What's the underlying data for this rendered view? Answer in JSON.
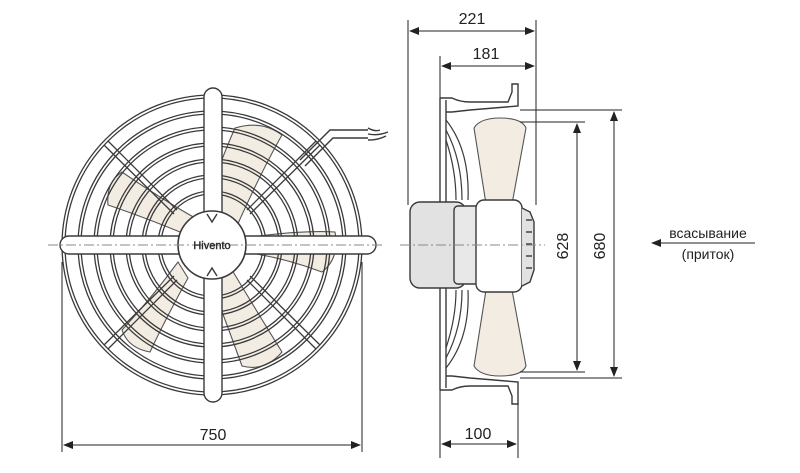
{
  "dimensions": {
    "overall_width": "750",
    "total_depth": "221",
    "housing_depth": "181",
    "mount_depth": "100",
    "impeller_diameter": "628",
    "guard_diameter": "680"
  },
  "brand_logo": "Hivento",
  "airflow": {
    "line1": "всасывание",
    "line2": "(приток)"
  },
  "colors": {
    "line": "#3a3a3a",
    "blade_fill": "#f3ece2",
    "motor_fill": "#e2e2e2",
    "background": "#ffffff"
  }
}
